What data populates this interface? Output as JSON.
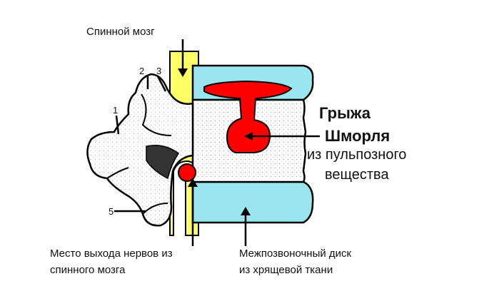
{
  "labels": {
    "spinal_cord": "Спинной мозг",
    "hernia_line1": "Грыжа",
    "hernia_line2": "Шморля",
    "hernia_line3": "из пульпозного",
    "hernia_line4": "вещества",
    "nerve_exit_line1": "Место выхода нервов из",
    "nerve_exit_line2": "спинного мозга",
    "disc_line1": "Межпозвоночный диск",
    "disc_line2": "из хрящевой ткани"
  },
  "numbers": {
    "n1": "1",
    "n2": "2",
    "n3": "3",
    "n5": "5"
  },
  "colors": {
    "disc": "#99e6f0",
    "nerve": "#ffff66",
    "hernia": "#ff0000",
    "bone": "#ffffff",
    "outline": "#000000"
  }
}
